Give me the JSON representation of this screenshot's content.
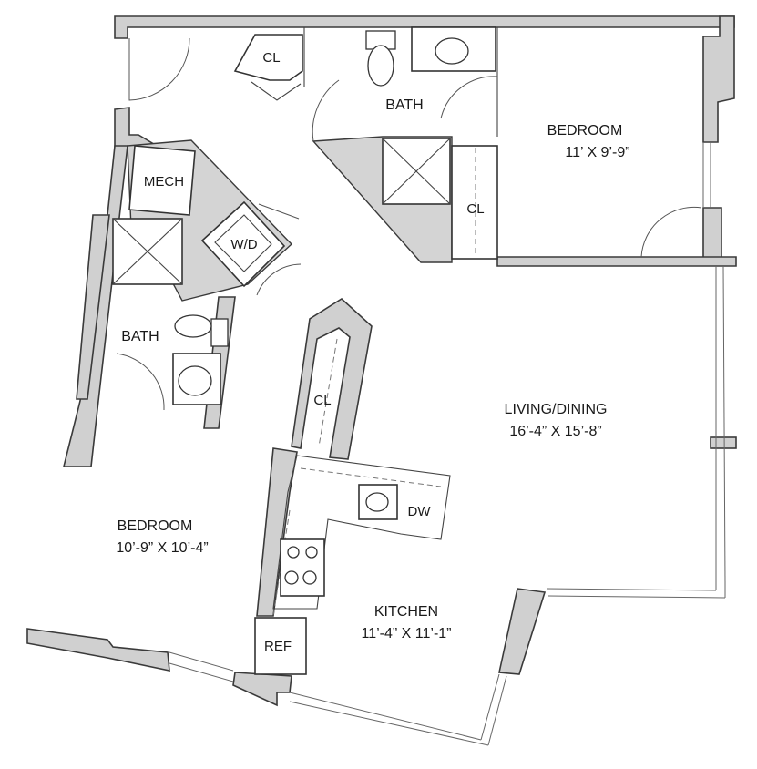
{
  "rooms": {
    "bedroom_1": {
      "name": "BEDROOM",
      "dims": "11’ X 9’-9”"
    },
    "bedroom_2": {
      "name": "BEDROOM",
      "dims": "10’-9” X 10’-4”"
    },
    "living": {
      "name": "LIVING/DINING",
      "dims": "16’-4” X 15’-8”"
    },
    "kitchen": {
      "name": "KITCHEN",
      "dims": "11’-4” X 11’-1”"
    },
    "bath_1": {
      "name": "BATH"
    },
    "bath_2": {
      "name": "BATH"
    },
    "closet_top": {
      "name": "CL"
    },
    "closet_bedroom": {
      "name": "CL"
    },
    "closet_center": {
      "name": "CL"
    },
    "mech": {
      "name": "MECH"
    },
    "washer_dryer": {
      "name": "W/D"
    }
  },
  "appliances": {
    "dishwasher": "DW",
    "refrigerator": "REF"
  }
}
